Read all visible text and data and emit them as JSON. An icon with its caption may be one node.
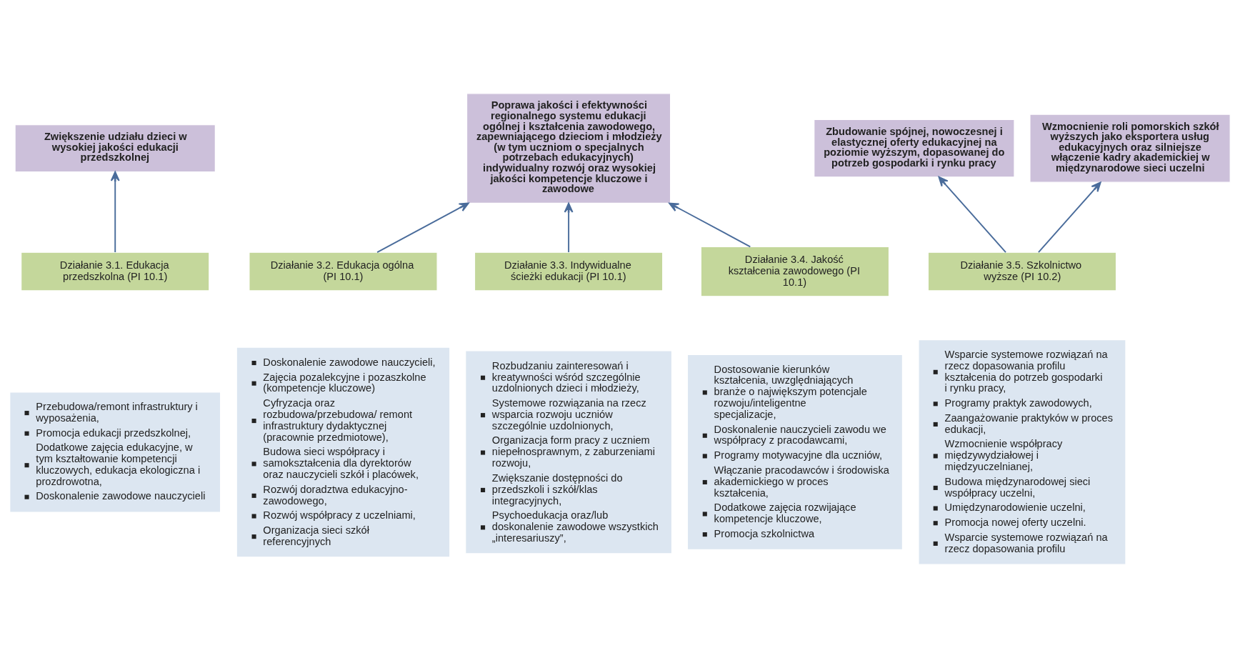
{
  "diagram": {
    "nodes": [
      {
        "text": [
          "Zwiększenie udziału dzieci w wysokiej jakości edukacji przedszkolnej"
        ]
      },
      {
        "text": [
          "Poprawa jakości i efektywności regionalnego systemu edukacji ogólnej i kształcenia zawodowego, zapewniającego dzieciom i młodzieży (w tym uczniom o specjalnych potrzebach edukacyjnych) indywidualny rozwój oraz wysokiej jakości kompetencje kluczowe i zawodowe"
        ]
      },
      {
        "text": [
          "Zbudowanie spójnej, nowoczesnej i elastycznej oferty edukacyjnej na poziomie wyższym, dopasowanej do potrzeb gospodarki i rynku pracy"
        ]
      },
      {
        "text": [
          "Wzmocnienie roli pomorskich szkół wyższych jako eksportera usług edukacyjnych oraz silniejsze włączenie kadry akademickiej w międzynarodowe sieci uczelni"
        ]
      },
      {
        "text": [
          "Działanie 3.1. Edukacja przedszkolna (PI 10.1)"
        ]
      },
      {
        "text": [
          "Działanie 3.2. Edukacja ogólna (PI 10.1)"
        ]
      },
      {
        "text": [
          "Działanie 3.3. Indywidualne ścieżki edukacji (PI 10.1)"
        ]
      },
      {
        "text": [
          "Działanie 3.4. Jakość kształcenia zawodowego (PI 10.1)"
        ]
      },
      {
        "text": [
          "Działanie 3.5. Szkolnictwo wyższe (PI 10.2)"
        ]
      },
      {
        "text": [
          "Przebudowa/remont infrastruktury i wyposażenia,",
          "Promocja edukacji przedszkolnej,",
          "Dodatkowe zajęcia edukacyjne, w tym kształtowanie kompetencji kluczowych, edukacja ekologiczna i prozdrowotna,",
          "Doskonalenie zawodowe nauczycieli"
        ]
      },
      {
        "text": [
          "Doskonalenie zawodowe nauczycieli,",
          "Zajęcia pozalekcyjne i pozaszkolne (kompetencje kluczowe)",
          "Cyfryzacja oraz rozbudowa/przebudowa/ remont infrastruktury dydaktycznej (pracownie przedmiotowe),",
          "Budowa sieci współpracy i samokształcenia dla dyrektorów oraz nauczycieli szkół i placówek,",
          "Rozwój doradztwa edukacyjno-zawodowego,",
          "Rozwój współpracy z uczelniami,",
          "Organizacja sieci szkół referencyjnych"
        ]
      },
      {
        "text": [
          "Rozbudzaniu zainteresowań i kreatywności wśród szczególnie uzdolnionych dzieci i młodzieży,",
          "Systemowe rozwiązania na rzecz wsparcia rozwoju uczniów szczególnie uzdolnionych,",
          "Organizacja form pracy z uczniem niepełnosprawnym, z zaburzeniami rozwoju,",
          "Zwiększanie dostępności do przedszkoli i szkół/klas integracyjnych,",
          "Psychoedukacja oraz/lub doskonalenie zawodowe wszystkich „interesariuszy”,"
        ]
      },
      {
        "text": [
          "Dostosowanie kierunków kształcenia, uwzględniających branże o największym potencjale rozwoju/inteligentne specjalizacje,",
          "Doskonalenie nauczycieli zawodu we współpracy z pracodawcami,",
          "Programy motywacyjne dla uczniów,",
          "Włączanie pracodawców i środowiska akademickiego w proces kształcenia,",
          "Dodatkowe zajęcia rozwijające kompetencje kluczowe,",
          "Promocja szkolnictwa"
        ]
      },
      {
        "text": [
          "Wsparcie systemowe rozwiązań na rzecz dopasowania profilu kształcenia do potrzeb gospodarki i rynku pracy,",
          "Programy praktyk zawodowych,",
          "Zaangażowanie praktyków w proces edukacji,",
          "Wzmocnienie współpracy międzywydziałowej i międzyuczelnianej,",
          "Budowa międzynarodowej sieci współpracy uczelni,",
          "Umiędzynarodowienie uczelni,",
          "Promocja nowej oferty uczelni.",
          "Wsparcie systemowe rozwiązań na rzecz dopasowania profilu"
        ]
      }
    ],
    "edges": [
      {
        "from": 4,
        "to": 0,
        "arrow": "to"
      },
      {
        "from": 5,
        "to": 1,
        "arrow": "to"
      },
      {
        "from": 6,
        "to": 1,
        "arrow": "to"
      },
      {
        "from": 7,
        "to": 1,
        "arrow": "to"
      },
      {
        "from": 8,
        "to": 2,
        "arrow": "to"
      },
      {
        "from": 8,
        "to": 3,
        "arrow": "to"
      }
    ]
  }
}
